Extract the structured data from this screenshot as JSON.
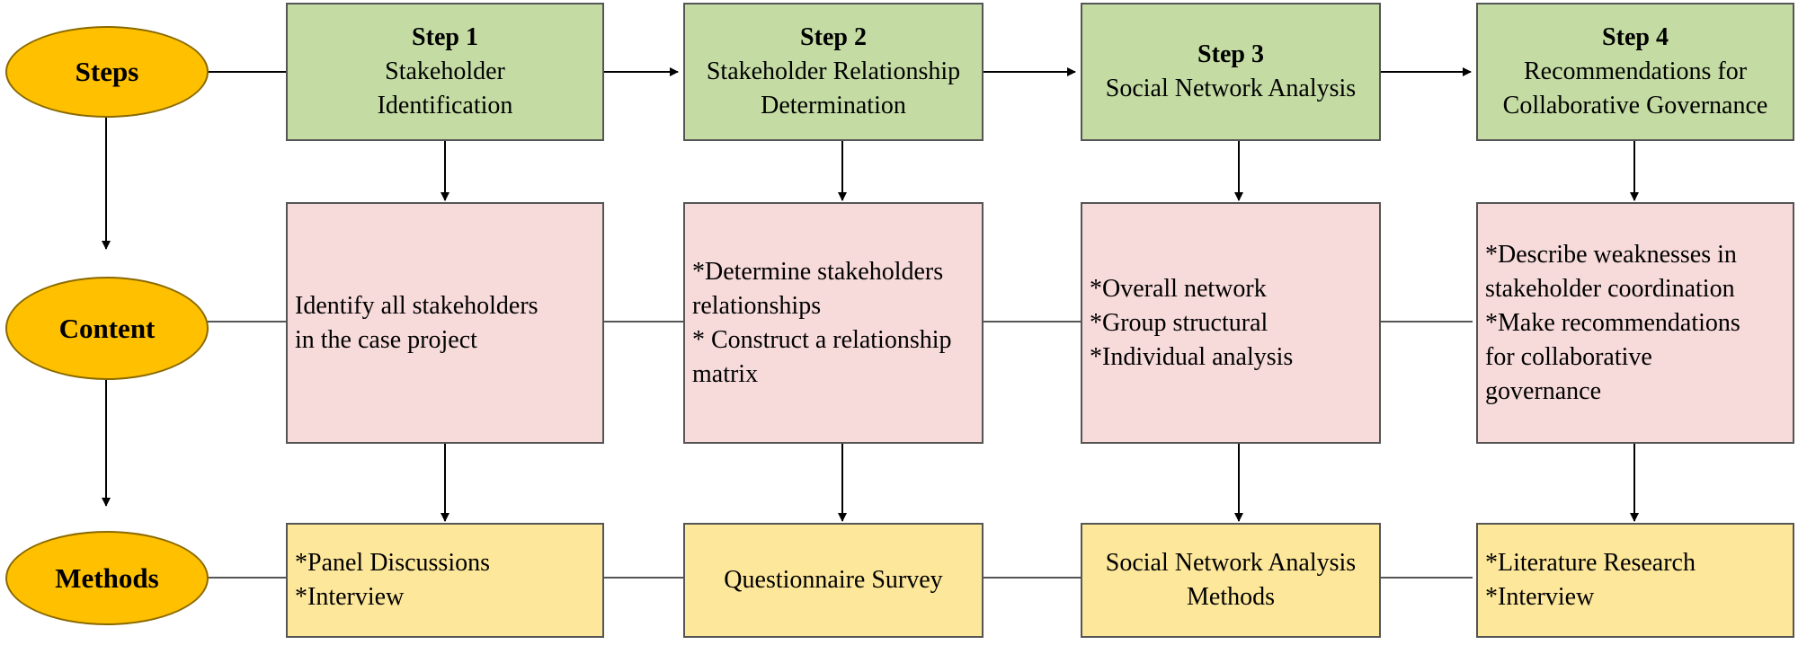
{
  "rows": {
    "steps": "Steps",
    "content": "Content",
    "methods": "Methods"
  },
  "steps": [
    {
      "label": "Step 1",
      "lines": [
        "Stakeholder",
        "Identification"
      ]
    },
    {
      "label": "Step 2",
      "lines": [
        "Stakeholder Relationship",
        "Determination"
      ]
    },
    {
      "label": "Step 3",
      "lines": [
        "Social Network Analysis"
      ]
    },
    {
      "label": "Step 4",
      "lines": [
        "Recommendations for",
        "Collaborative Governance"
      ]
    }
  ],
  "content": [
    [
      "Identify all stakeholders",
      "in the case project"
    ],
    [
      "*Determine stakeholders",
      "relationships",
      "* Construct a relationship",
      "matrix"
    ],
    [
      "*Overall network",
      "*Group structural",
      "*Individual analysis"
    ],
    [
      "*Describe weaknesses in",
      "stakeholder coordination",
      "*Make recommendations",
      "for collaborative",
      "governance"
    ]
  ],
  "methods": [
    [
      "*Panel Discussions",
      "*Interview"
    ],
    [
      "Questionnaire Survey"
    ],
    [
      "Social Network Analysis",
      "Methods"
    ],
    [
      "*Literature Research",
      "*Interview"
    ]
  ],
  "colors": {
    "ellipse": "#ffc000",
    "step": "#c4dca3",
    "content": "#f7dada",
    "method": "#fde79a",
    "line": "#000000"
  }
}
